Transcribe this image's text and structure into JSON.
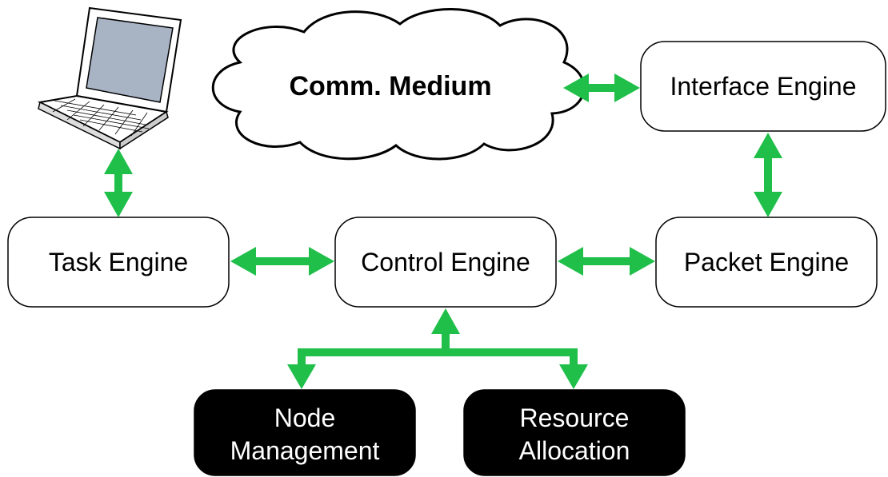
{
  "colors": {
    "arrow": "#1fbf4a",
    "box_fill": "#ffffff",
    "dark_box_fill": "#000000",
    "outline": "#000000"
  },
  "icons": {
    "laptop": "laptop-icon",
    "cloud": "cloud-icon"
  },
  "nodes": {
    "comm_medium": "Comm. Medium",
    "interface_engine": "Interface Engine",
    "task_engine": "Task Engine",
    "control_engine": "Control Engine",
    "packet_engine": "Packet Engine",
    "node_management": [
      "Node",
      "Management"
    ],
    "resource_allocation": [
      "Resource",
      "Allocation"
    ]
  }
}
